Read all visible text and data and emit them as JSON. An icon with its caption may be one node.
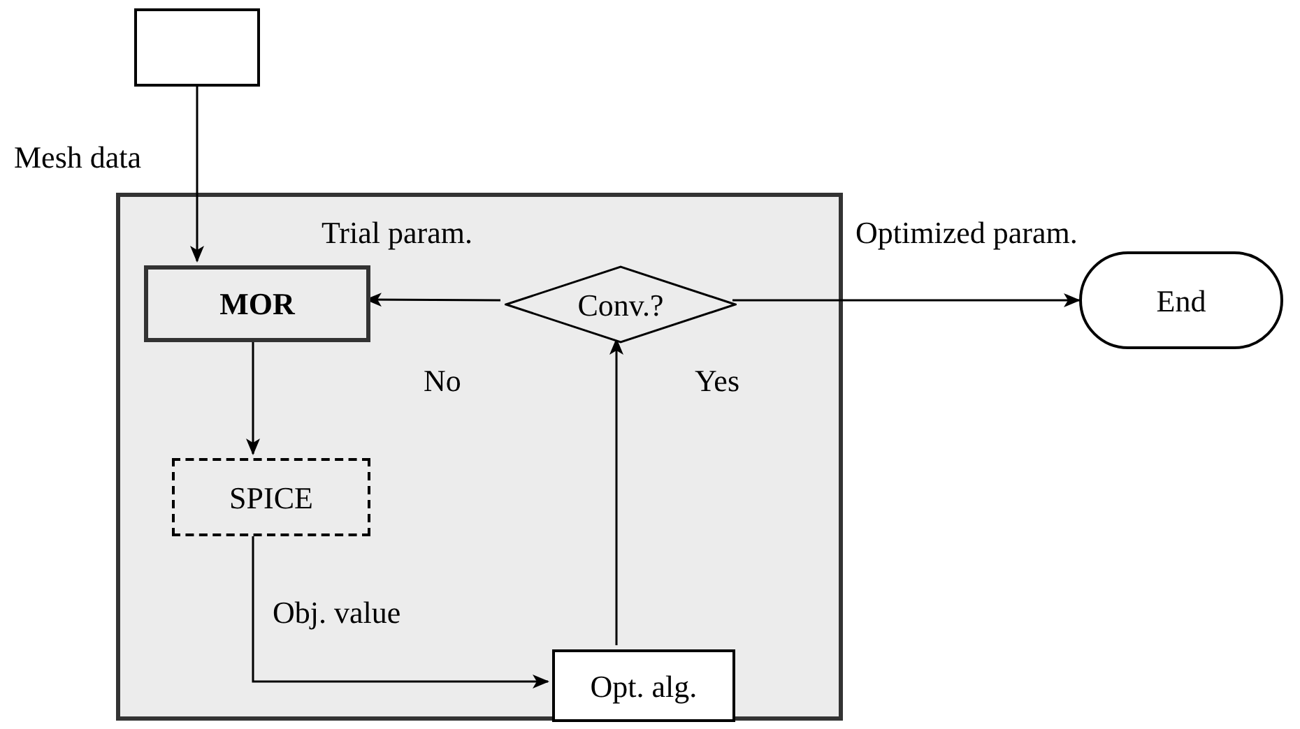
{
  "diagram": {
    "nodes": [
      {
        "text": [],
        "shape": "box"
      },
      {
        "text": [],
        "shape": "box"
      },
      {
        "text": [
          "MOR"
        ],
        "in": 1
      },
      {
        "text": [
          "Conv.?"
        ],
        "in": 1
      },
      {
        "text": [
          "End"
        ]
      },
      {
        "text": [
          "SPICE"
        ],
        "in": 1
      },
      {
        "text": [
          "Opt. alg."
        ],
        "in": 1
      }
    ],
    "edges": [
      {
        "from": 0,
        "to": 2,
        "arrow": "to",
        "label": "Mesh data"
      },
      {
        "from": 3,
        "to": 2,
        "arrow": "to",
        "label": "No"
      },
      {
        "from": 3,
        "to": 4,
        "arrow": "to",
        "label": "Optimized param."
      },
      {
        "from": 2,
        "to": 5,
        "arrow": "to"
      },
      {
        "from": 5,
        "to": 6,
        "arrow": "to",
        "label": "Obj. value"
      },
      {
        "from": 6,
        "to": 3,
        "arrow": "to"
      }
    ],
    "labels": [
      "Trial param.",
      "Yes"
    ]
  }
}
